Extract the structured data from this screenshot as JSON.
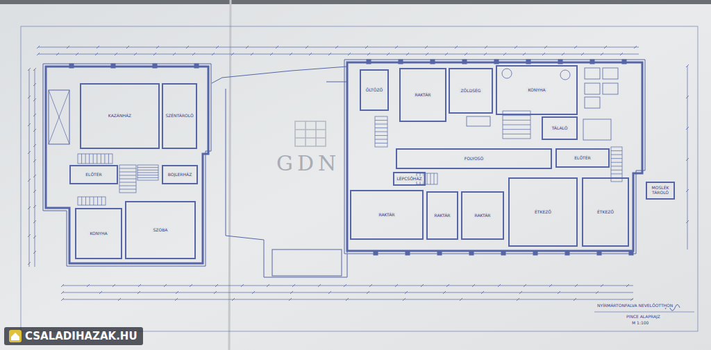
{
  "diagram": {
    "nodes": [
      {
        "text": [
          "KAZÁNHÁZ"
        ]
      },
      {
        "text": [
          "SZÉNTÁROLÓ"
        ]
      },
      {
        "text": [
          "ELŐTÉR"
        ]
      },
      {
        "text": [
          "BOJLERHÁZ"
        ]
      },
      {
        "text": [
          "KONYHA"
        ]
      },
      {
        "text": [
          "SZOBA"
        ]
      },
      {
        "text": [
          "ÖLTÖZŐ"
        ]
      },
      {
        "text": [
          "RAKTÁR"
        ]
      },
      {
        "text": [
          "ZÖLDSÉG"
        ]
      },
      {
        "text": [
          "KONYHA"
        ]
      },
      {
        "text": [
          "TÁLALÓ"
        ]
      },
      {
        "text": [
          "FOLYOSÓ"
        ]
      },
      {
        "text": [
          "ELŐTÉR"
        ]
      },
      {
        "text": [
          "LÉPCSŐHÁZ"
        ]
      },
      {
        "text": [
          "RAKTÁR"
        ]
      },
      {
        "text": [
          "RAKTÁR"
        ]
      },
      {
        "text": [
          "RAKTÁR"
        ]
      },
      {
        "text": [
          "ÉTKEZŐ"
        ]
      },
      {
        "text": [
          "ÉTKEZŐ"
        ]
      },
      {
        "text": [
          "MOSLÉK TÁROLÓ"
        ]
      }
    ],
    "labels": [
      "NYÍRMÁRTONFALVA NEVELŐOTTHON",
      "PINCE ALAPRAJZ",
      "M 1:100",
      "GDN",
      "CSALADIHAZAK.HU"
    ]
  }
}
